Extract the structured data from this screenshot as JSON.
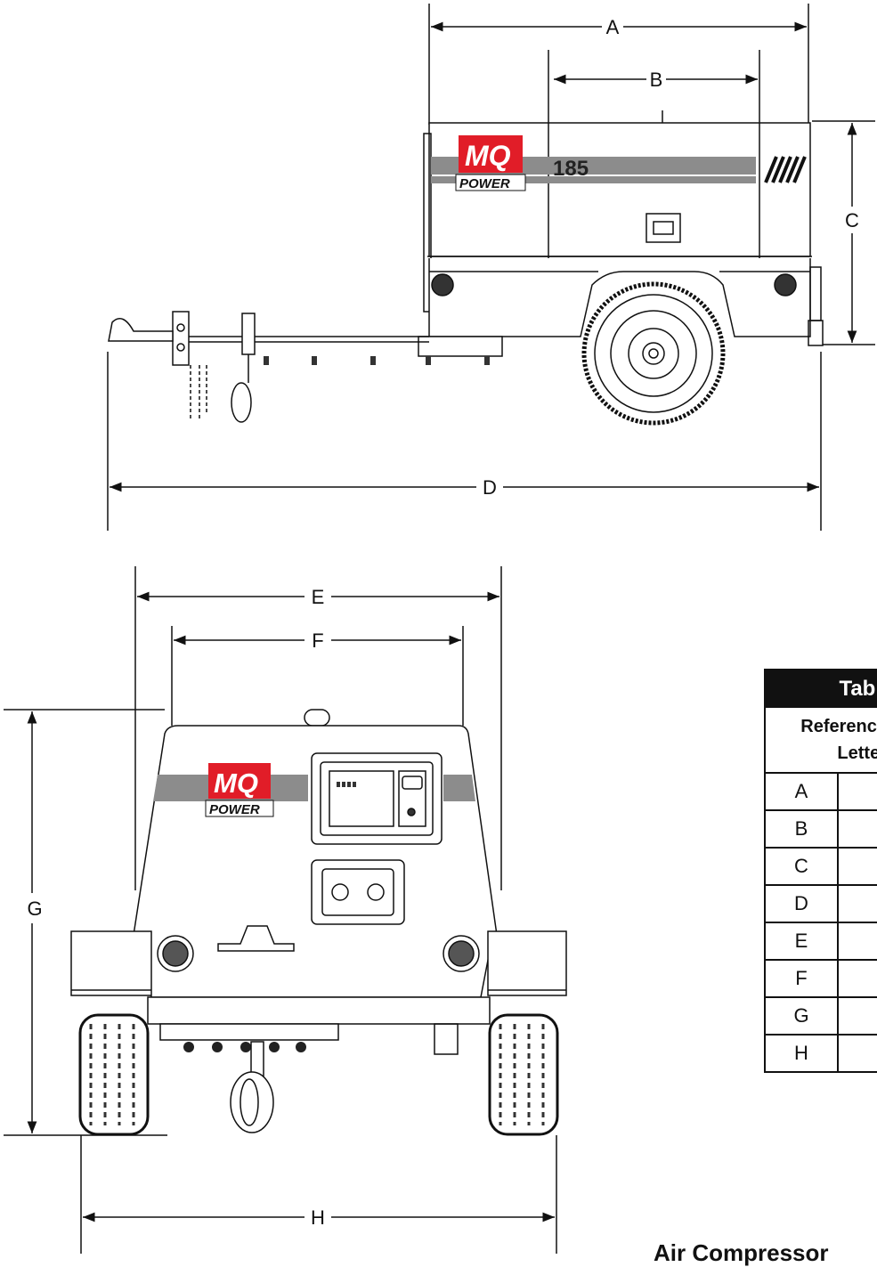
{
  "side_view": {
    "model_number": "185",
    "brand": "MQ",
    "brand_sub": "POWER",
    "dimensions": {
      "a": "A",
      "b": "B",
      "c": "C",
      "d": "D"
    }
  },
  "front_view": {
    "brand": "MQ",
    "brand_sub": "POWER",
    "dimensions": {
      "e": "E",
      "f": "F",
      "g": "G",
      "h": "H"
    }
  },
  "table": {
    "title": "Tabl",
    "header": "Reference Letter",
    "rows": [
      "A",
      "B",
      "C",
      "D",
      "E",
      "F",
      "G",
      "H"
    ]
  },
  "caption": "Air Compressor",
  "colors": {
    "brand_red": "#e11d28",
    "stripe_gray": "#8c8c8c",
    "line": "#111111"
  }
}
